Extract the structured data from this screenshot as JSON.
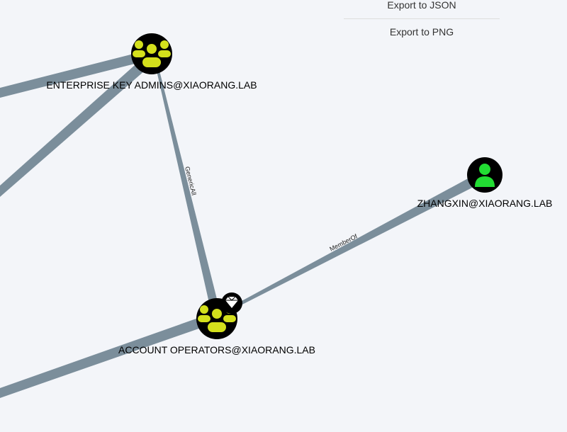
{
  "export_menu": {
    "items": [
      {
        "label": "Export to JSON"
      },
      {
        "label": "Export to PNG"
      }
    ]
  },
  "graph": {
    "nodes": [
      {
        "label": "ENTERPRISE KEY ADMINS@XIAORANG.LAB",
        "type": "group",
        "icon": "group-icon"
      },
      {
        "label": "ACCOUNT OPERATORS@XIAORANG.LAB",
        "type": "group",
        "icon": "group-icon",
        "badge": "high-value-diamond-icon"
      },
      {
        "label": "ZHANGXIN@XIAORANG.LAB",
        "type": "user",
        "icon": "user-icon"
      }
    ],
    "edges": [
      {
        "label": "GenericAll",
        "from": "ENTERPRISE KEY ADMINS@XIAORANG.LAB",
        "to": "ACCOUNT OPERATORS@XIAORANG.LAB"
      },
      {
        "label": "MemberOf",
        "from": "ACCOUNT OPERATORS@XIAORANG.LAB",
        "to": "ZHANGXIN@XIAORANG.LAB"
      }
    ]
  },
  "colors": {
    "edge": "#7b8e9b",
    "group": "#d4e01c",
    "user": "#22dd33",
    "node_bg": "#000000",
    "background": "#f3f5f9"
  }
}
